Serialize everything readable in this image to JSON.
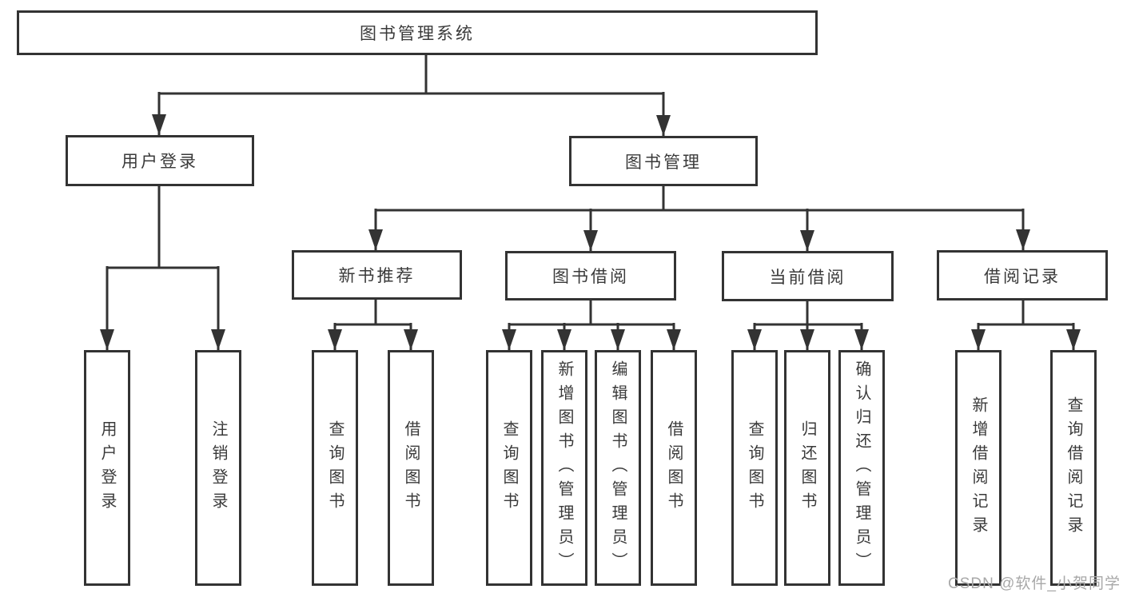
{
  "diagram_title": "图书管理系统",
  "tree": {
    "root": {
      "label": "图书管理系统"
    },
    "branches": [
      {
        "label": "用户登录",
        "children": [
          {
            "label": "用户登录"
          },
          {
            "label": "注销登录"
          }
        ]
      },
      {
        "label": "图书管理",
        "children": [
          {
            "label": "新书推荐",
            "children": [
              {
                "label": "查询图书"
              },
              {
                "label": "借阅图书"
              }
            ]
          },
          {
            "label": "图书借阅",
            "children": [
              {
                "label": "查询图书"
              },
              {
                "label": "新增图书（管理员）"
              },
              {
                "label": "编辑图书（管理员）"
              },
              {
                "label": "借阅图书"
              }
            ]
          },
          {
            "label": "当前借阅",
            "children": [
              {
                "label": "查询图书"
              },
              {
                "label": "归还图书"
              },
              {
                "label": "确认归还（管理员）"
              }
            ]
          },
          {
            "label": "借阅记录",
            "children": [
              {
                "label": "新增借阅记录"
              },
              {
                "label": "查询借阅记录"
              }
            ]
          }
        ]
      }
    ]
  },
  "watermark": {
    "text": "CSDN @软件_小贺同学",
    "color": "#a8a8a8"
  },
  "colors": {
    "line": "#333333",
    "text": "#3a3a3a",
    "background": "#ffffff"
  }
}
